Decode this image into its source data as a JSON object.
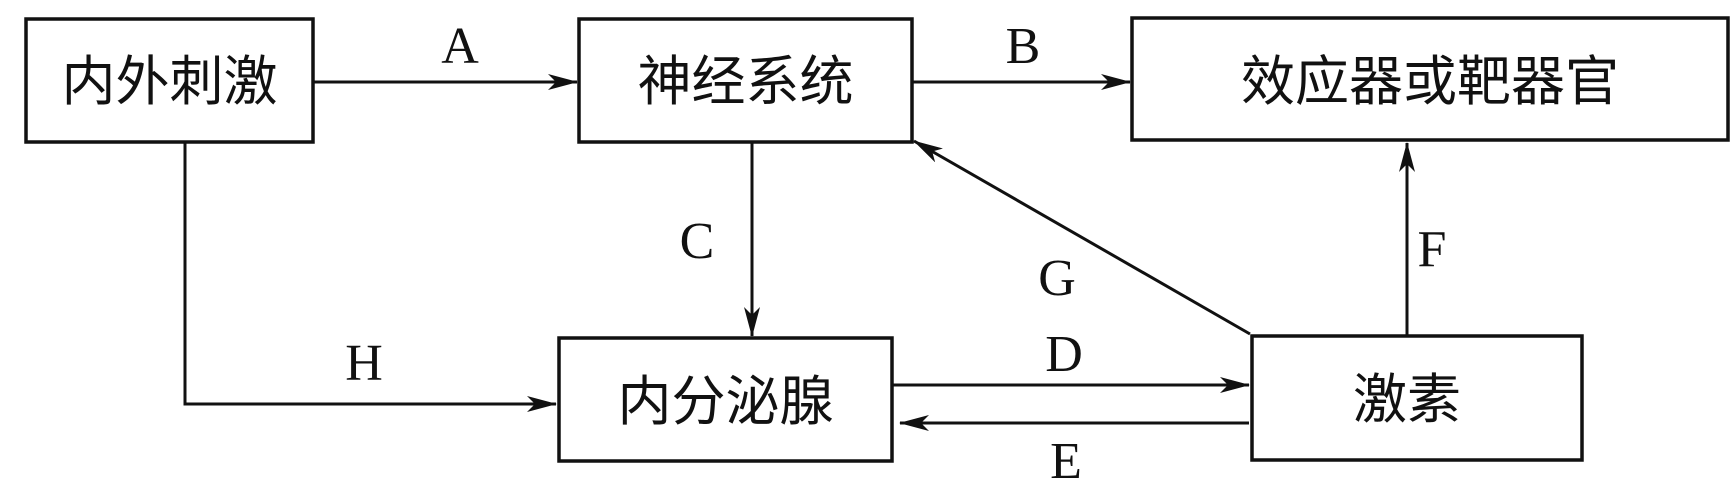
{
  "nodes": {
    "stimulus": "内外刺激",
    "nervous_system": "神经系统",
    "effector": "效应器或靶器官",
    "endocrine_gland": "内分泌腺",
    "hormone": "激素"
  },
  "edges": [
    {
      "id": "A",
      "from": "stimulus",
      "to": "nervous_system",
      "label": "A"
    },
    {
      "id": "B",
      "from": "nervous_system",
      "to": "effector",
      "label": "B"
    },
    {
      "id": "C",
      "from": "nervous_system",
      "to": "endocrine_gland",
      "label": "C"
    },
    {
      "id": "D",
      "from": "endocrine_gland",
      "to": "hormone",
      "label": "D"
    },
    {
      "id": "E",
      "from": "hormone",
      "to": "endocrine_gland",
      "label": "E"
    },
    {
      "id": "F",
      "from": "hormone",
      "to": "effector",
      "label": "F"
    },
    {
      "id": "G",
      "from": "hormone",
      "to": "nervous_system",
      "label": "G"
    },
    {
      "id": "H",
      "from": "stimulus",
      "to": "endocrine_gland",
      "label": "H"
    }
  ],
  "labels": {
    "A": "A",
    "B": "B",
    "C": "C",
    "D": "D",
    "E": "E",
    "F": "F",
    "G": "G",
    "H": "H"
  }
}
